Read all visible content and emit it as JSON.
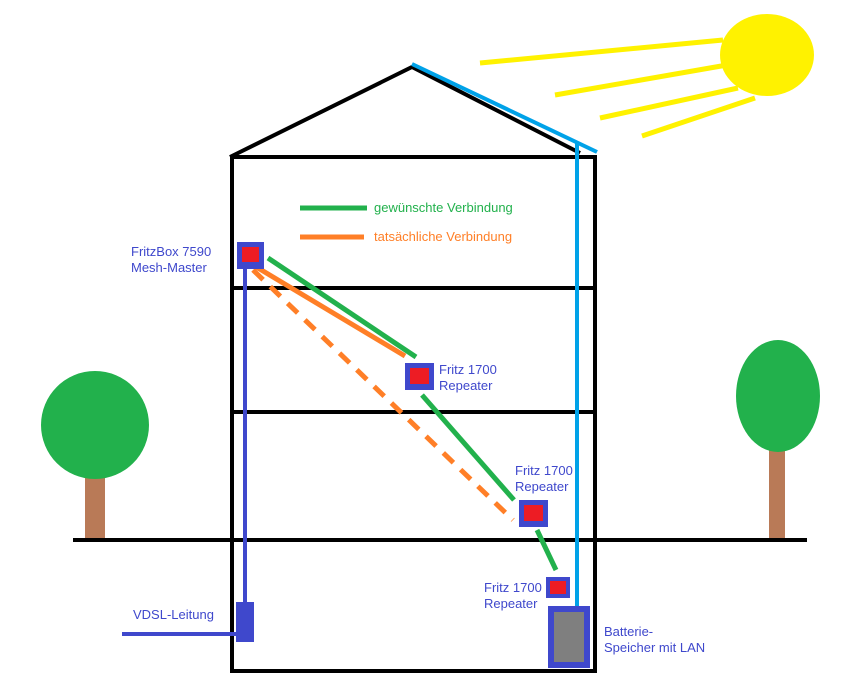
{
  "colors": {
    "building": "#000000",
    "device": "#3f48cc",
    "device_core": "#ed1c24",
    "desired": "#22b14c",
    "actual": "#ff7f27",
    "pv_cable": "#00a2e8",
    "sun": "#fff200",
    "tree_crown": "#22b14c",
    "tree_trunk": "#b97a57",
    "battery_fill": "#7f7f7f"
  },
  "legend": {
    "desired_label": "gewünschte Verbindung",
    "actual_label": "tatsächliche Verbindung"
  },
  "devices": {
    "master": {
      "line1": "FritzBox 7590",
      "line2": "Mesh-Master"
    },
    "repeater_upper": {
      "line1": "Fritz 1700",
      "line2": "Repeater"
    },
    "repeater_middle": {
      "line1": "Fritz 1700",
      "line2": "Repeater"
    },
    "repeater_lower": {
      "line1": "Fritz 1700",
      "line2": "Repeater"
    }
  },
  "vdsl": {
    "label": "VDSL-Leitung"
  },
  "battery": {
    "line1": "Batterie-",
    "line2": "Speicher mit LAN"
  },
  "icons": [
    "sun-icon",
    "tree-icon",
    "router-icon",
    "repeater-icon",
    "battery-icon"
  ]
}
